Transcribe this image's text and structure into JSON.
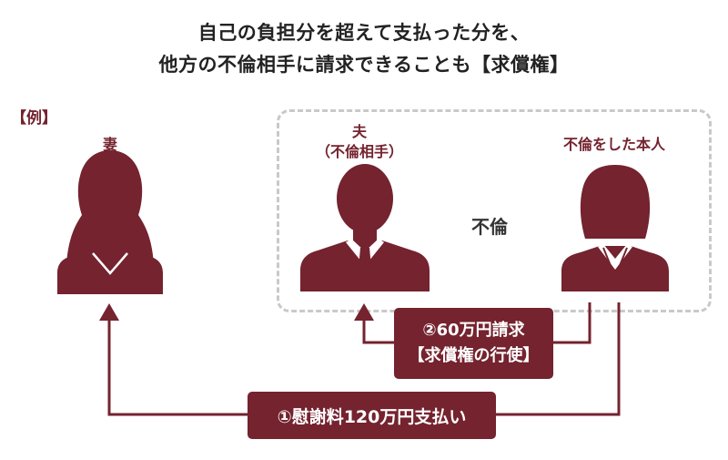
{
  "title": {
    "line1": "自己の負担分を超えて支払った分を、",
    "line2": "他方の不倫相手に請求できることも【求償権】"
  },
  "example_label": "【例】",
  "persons": {
    "wife": {
      "label": "妻"
    },
    "husband": {
      "label": "夫",
      "sub": "（不倫相手）"
    },
    "affair_party": {
      "label": "不倫をした本人"
    }
  },
  "affair_label": "不倫",
  "badges": {
    "claim": {
      "line1": "②60万円請求",
      "line2": "【求償権の行使】"
    },
    "payment": {
      "text": "①慰謝料120万円支払い"
    }
  },
  "colors": {
    "accent": "#74232f",
    "dashed_border": "#c9c9c9",
    "text_dark": "#222222"
  },
  "icons": {
    "wife": "woman-long-hair-silhouette-icon",
    "husband": "man-suit-silhouette-icon",
    "affair_party": "woman-suit-silhouette-icon"
  }
}
